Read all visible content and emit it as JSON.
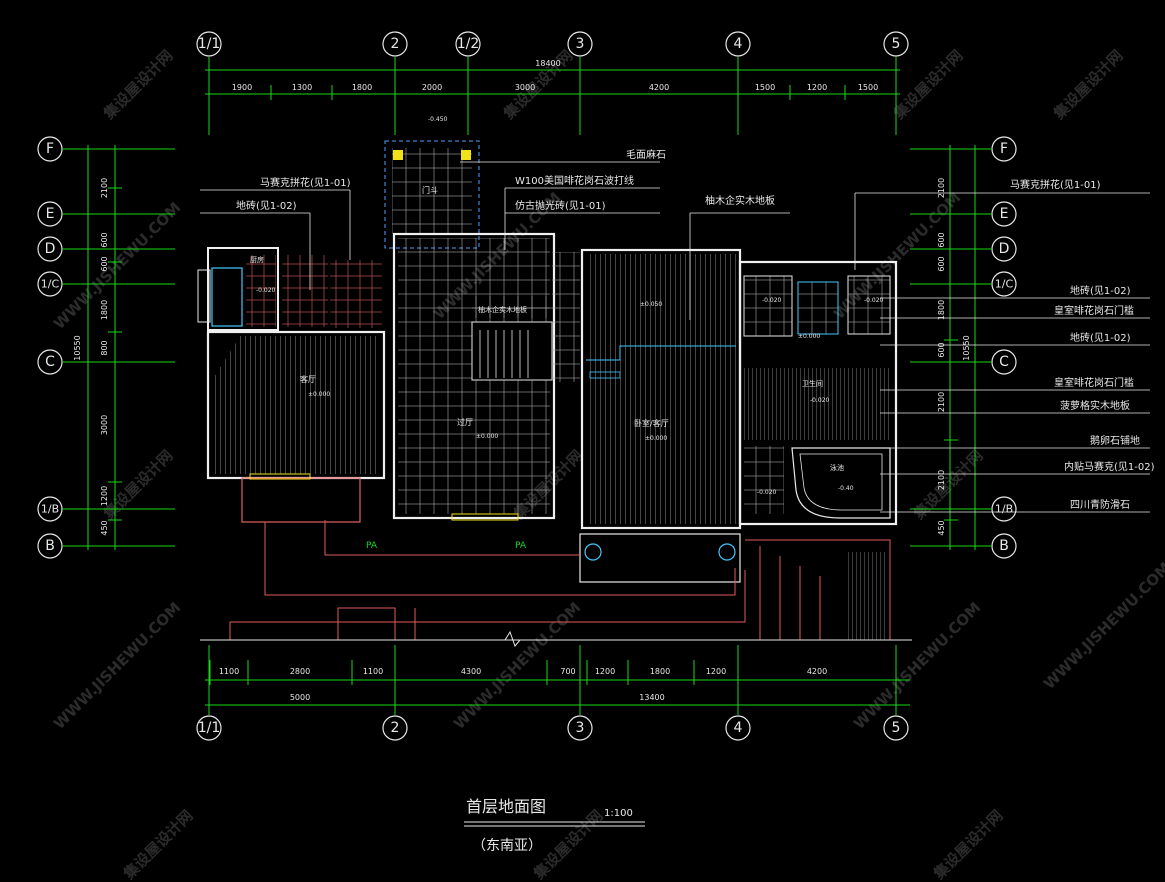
{
  "drawing": {
    "title": "首层地面图",
    "scale": "1:100",
    "subtitle": "（东南亚）"
  },
  "axes_top": [
    "1/1",
    "2",
    "1/2",
    "3",
    "4",
    "5"
  ],
  "axes_bottom": [
    "1/1",
    "2",
    "3",
    "4",
    "5"
  ],
  "axes_side": [
    "F",
    "E",
    "D",
    "1/C",
    "C",
    "1/B",
    "B"
  ],
  "dims": {
    "top_total": "18400",
    "top_segments": [
      "1900",
      "1300",
      "1800",
      "2000",
      "3000",
      "4200",
      "1500",
      "1200",
      "1500"
    ],
    "bottom_segments": [
      "1100",
      "2800",
      "1100",
      "4300",
      "700",
      "1200",
      "1800",
      "1200",
      "4200"
    ],
    "bottom_sub": "5000",
    "bottom_total": "13400",
    "left_segments": [
      "2100",
      "600",
      "600",
      "1800",
      "800",
      "3000",
      "1200",
      "450"
    ],
    "left_total": "10550",
    "right_segments": [
      "2100",
      "600",
      "600",
      "1800",
      "600",
      "2100",
      "2100",
      "450"
    ],
    "right_total": "10550"
  },
  "callouts": {
    "c1": "马赛克拼花(见1-01)",
    "c2": "地砖(见1-02)",
    "c3": "毛面麻石",
    "c4": "W100美国啡花岗石波打线",
    "c5": "仿古抛光砖(见1-01)",
    "c6": "柚木企实木地板",
    "r1": "马赛克拼花(见1-01)",
    "r2": "地砖(见1-02)",
    "r3": "皇室啡花岗石门槛",
    "r4": "地砖(见1-02)",
    "r5": "皇室啡花岗石门槛",
    "r6": "菠萝格实木地板",
    "r7": "鹅卵石铺地",
    "r8": "内贴马赛克(见1-02)",
    "r9": "四川青防滑石",
    "mid": "柚木企实木地板"
  },
  "rooms": {
    "gate": "门斗",
    "kitchen": "厨房",
    "living": "客厅",
    "hall": "过厅",
    "bedroom": "卧室/客厅",
    "bath": "卫生间",
    "pool": "泳池",
    "terrace_a": "PA",
    "terrace_b": "PA"
  },
  "levels": {
    "gate": "-0.450",
    "kitchen": "-0.020",
    "living": "±0.000",
    "hall": "±0.000",
    "bedroom": "±0.000",
    "stair": "±0.050",
    "room_r1": "-0.020",
    "room_r2": "-0.020",
    "bath": "-0.020",
    "pool_l": "-0.020",
    "pool": "-0.40",
    "mid_r": "±0.000"
  },
  "watermark": {
    "cn": "集设屋设计网",
    "en": "WWW.JISHEWU.COM"
  }
}
